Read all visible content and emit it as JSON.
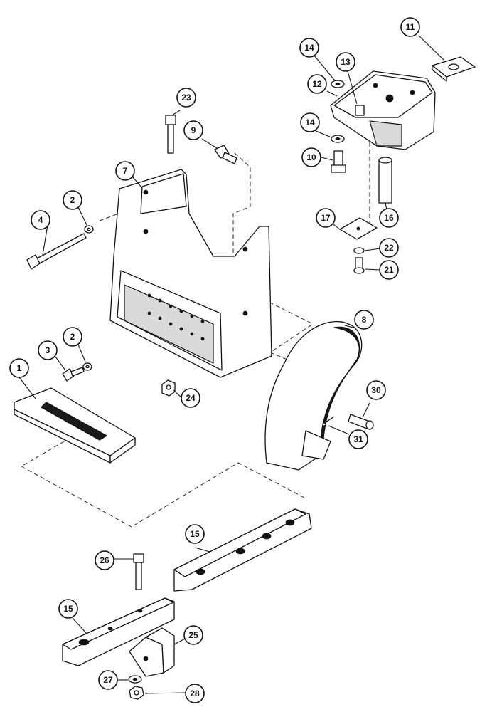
{
  "callouts": [
    {
      "num": "1"
    },
    {
      "num": "2"
    },
    {
      "num": "2"
    },
    {
      "num": "3"
    },
    {
      "num": "4"
    },
    {
      "num": "7"
    },
    {
      "num": "8"
    },
    {
      "num": "9"
    },
    {
      "num": "10"
    },
    {
      "num": "11"
    },
    {
      "num": "12"
    },
    {
      "num": "13"
    },
    {
      "num": "14"
    },
    {
      "num": "14"
    },
    {
      "num": "15"
    },
    {
      "num": "15"
    },
    {
      "num": "16"
    },
    {
      "num": "17"
    },
    {
      "num": "21"
    },
    {
      "num": "22"
    },
    {
      "num": "23"
    },
    {
      "num": "24"
    },
    {
      "num": "25"
    },
    {
      "num": "26"
    },
    {
      "num": "27"
    },
    {
      "num": "28"
    },
    {
      "num": "30"
    },
    {
      "num": "31"
    }
  ]
}
